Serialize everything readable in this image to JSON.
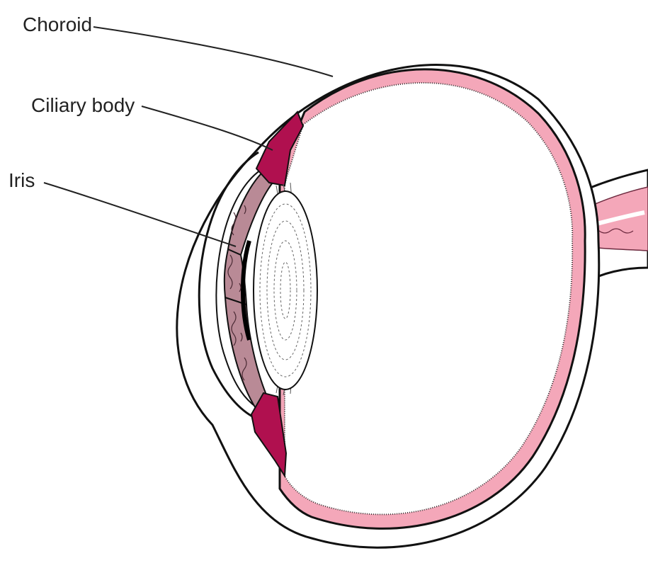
{
  "labels": {
    "choroid": "Choroid",
    "ciliary_body": "Ciliary body",
    "iris": "Iris"
  },
  "colors": {
    "choroid": "#f4a7b9",
    "ciliary_body": "#b0104f",
    "iris": "#b98a96",
    "outline": "#111111",
    "background": "#ffffff"
  }
}
